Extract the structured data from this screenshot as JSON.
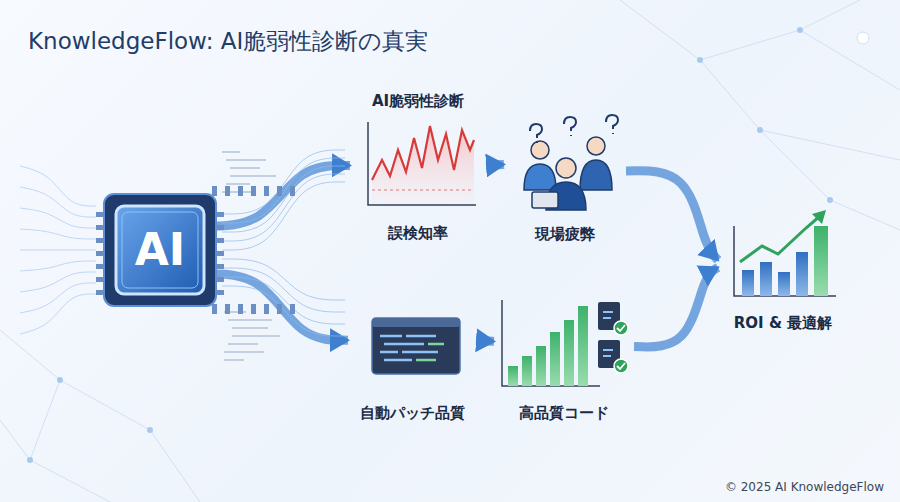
{
  "diagram": {
    "title": "KnowledgeFlow: AI脆弱性診断の真実",
    "caption": "© 2025 AI KnowledgeFlow",
    "nodes": [
      {
        "text": [
          "AI"
        ]
      },
      {
        "text": [
          "AI脆弱性診断",
          "誤検知率"
        ]
      },
      {
        "text": [
          "現場疲弊"
        ]
      },
      {
        "text": [
          "ROI & 最適解"
        ]
      },
      {
        "text": [
          "自動パッチ品質"
        ]
      },
      {
        "text": [
          "高品質コード"
        ]
      }
    ],
    "edges": [
      {
        "from": 0,
        "to": 1,
        "arrow": "to"
      },
      {
        "from": 0,
        "to": 4,
        "arrow": "to"
      },
      {
        "from": 1,
        "to": 2,
        "arrow": "to"
      },
      {
        "from": 4,
        "to": 5,
        "arrow": "to"
      },
      {
        "from": 2,
        "to": 3,
        "arrow": "to"
      },
      {
        "from": 5,
        "to": 3,
        "arrow": "to"
      }
    ]
  }
}
